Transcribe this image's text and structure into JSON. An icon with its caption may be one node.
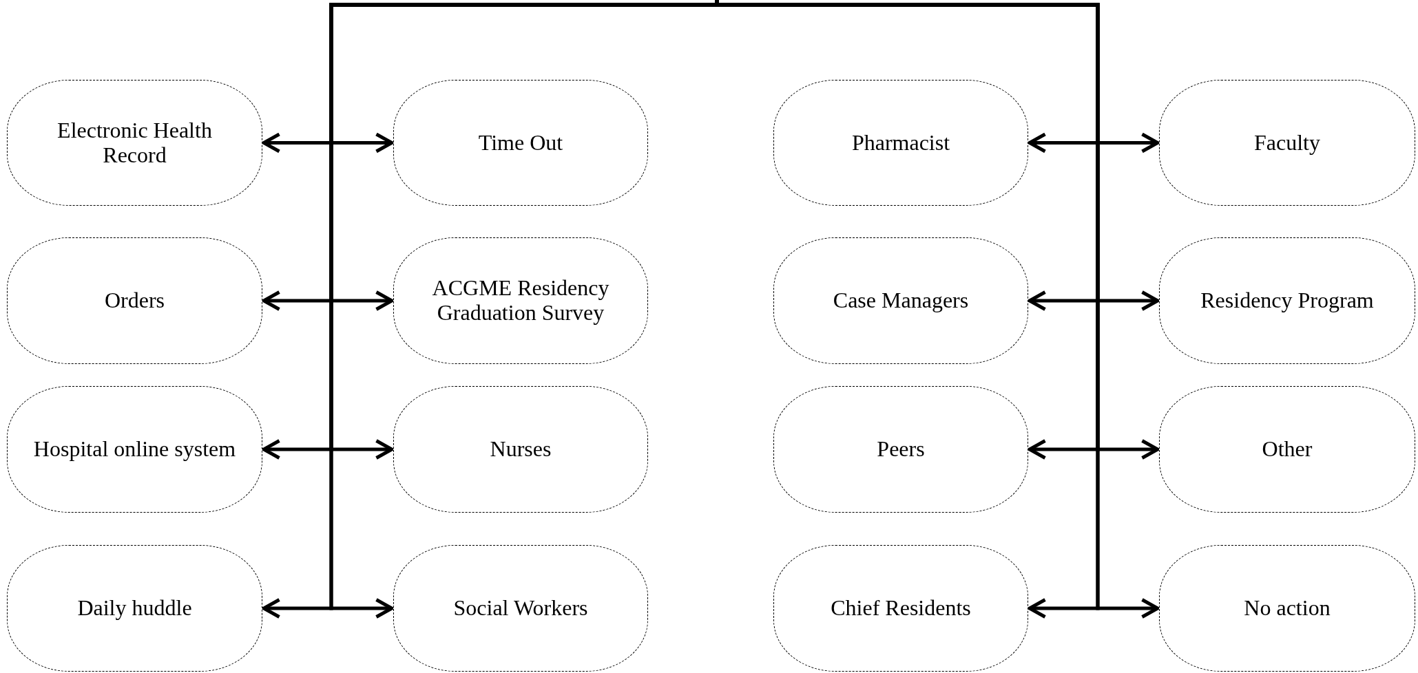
{
  "diagram": {
    "nodes": [
      {
        "text": [
          "Electronic Health Record"
        ]
      },
      {
        "text": [
          "Time Out"
        ]
      },
      {
        "text": [
          "Pharmacist"
        ]
      },
      {
        "text": [
          "Faculty"
        ]
      },
      {
        "text": [
          "Orders"
        ]
      },
      {
        "text": [
          "ACGME Residency Graduation Survey"
        ]
      },
      {
        "text": [
          "Case Managers"
        ]
      },
      {
        "text": [
          "Residency Program"
        ]
      },
      {
        "text": [
          "Hospital online system"
        ]
      },
      {
        "text": [
          "Nurses"
        ]
      },
      {
        "text": [
          "Peers"
        ]
      },
      {
        "text": [
          "Other"
        ]
      },
      {
        "text": [
          "Daily huddle"
        ]
      },
      {
        "text": [
          "Social Workers"
        ]
      },
      {
        "text": [
          "Chief Residents"
        ]
      },
      {
        "text": [
          "No action"
        ]
      }
    ],
    "edges": [
      {
        "from": null,
        "to": 0,
        "arrow": "to"
      },
      {
        "from": null,
        "to": 1,
        "arrow": "to"
      },
      {
        "from": null,
        "to": 2,
        "arrow": "to"
      },
      {
        "from": null,
        "to": 3,
        "arrow": "to"
      },
      {
        "from": null,
        "to": 4,
        "arrow": "to"
      },
      {
        "from": null,
        "to": 5,
        "arrow": "to"
      },
      {
        "from": null,
        "to": 6,
        "arrow": "to"
      },
      {
        "from": null,
        "to": 7,
        "arrow": "to"
      },
      {
        "from": null,
        "to": 8,
        "arrow": "to"
      },
      {
        "from": null,
        "to": 9,
        "arrow": "to"
      },
      {
        "from": null,
        "to": 10,
        "arrow": "to"
      },
      {
        "from": null,
        "to": 11,
        "arrow": "to"
      },
      {
        "from": null,
        "to": 12,
        "arrow": "to"
      },
      {
        "from": null,
        "to": 13,
        "arrow": "to"
      },
      {
        "from": null,
        "to": 14,
        "arrow": "to"
      },
      {
        "from": null,
        "to": 15,
        "arrow": "to"
      }
    ]
  }
}
